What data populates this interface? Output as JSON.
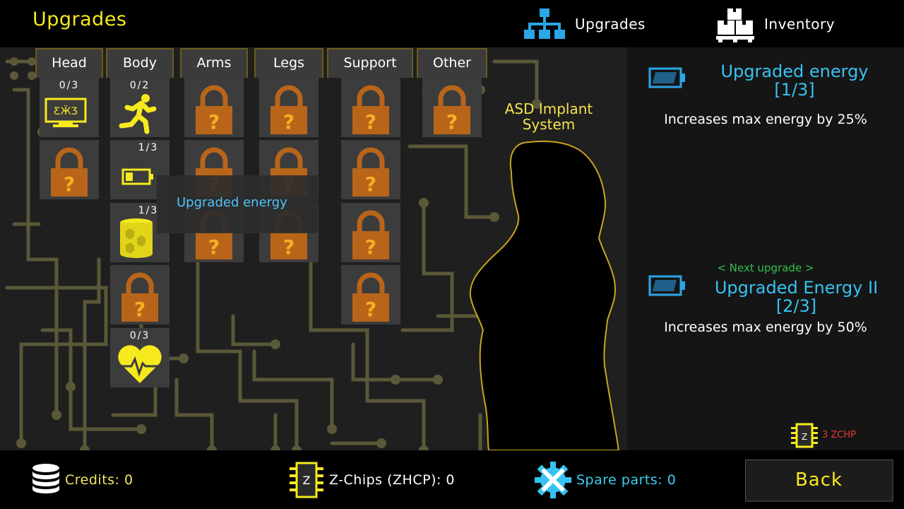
{
  "header": {
    "title": "Upgrades",
    "nav_upgrades": "Upgrades",
    "nav_inventory": "Inventory"
  },
  "tabs": [
    "Head",
    "Body",
    "Arms",
    "Legs",
    "Support",
    "Other"
  ],
  "slots": {
    "head_1_count": "0/3",
    "body_1_count": "0/2",
    "body_2_count": "1/3",
    "body_3_count": "1/3",
    "body_5_count": "0/3"
  },
  "tooltip": {
    "text": "Upgraded energy"
  },
  "character_label": "ASD Implant System",
  "current_upgrade": {
    "name": "Upgraded energy",
    "level": "[1/3]",
    "description": "Increases max energy by 25%"
  },
  "next_upgrade": {
    "heading": "< Next upgrade >",
    "name": "Upgraded Energy II",
    "level": "[2/3]",
    "description": "Increases max energy by 50%"
  },
  "cost": "3 ZCHP",
  "bottom": {
    "credits": "Credits: 0",
    "zchips": "Z-Chips (ZHCP): 0",
    "spare_parts": "Spare parts: 0",
    "back": "Back"
  },
  "colors": {
    "accent_yellow": "#f6ea1f",
    "accent_cyan": "#36c3f2",
    "lock_orange": "#b8651a",
    "next_green": "#2ec24a",
    "cost_red": "#e53935"
  }
}
